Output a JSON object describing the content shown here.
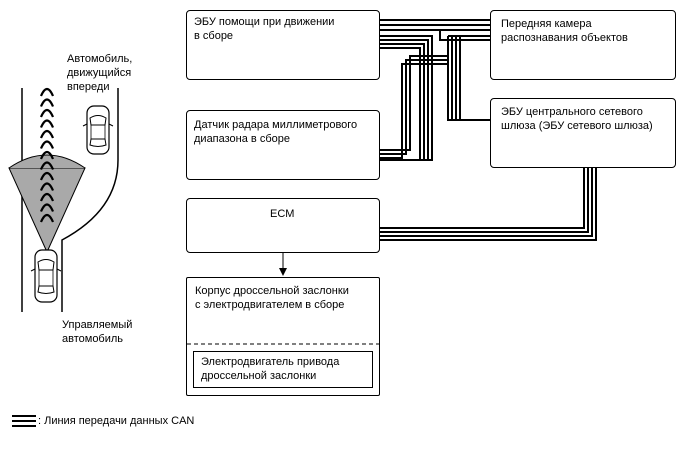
{
  "scene": {
    "vehicle_ahead_label": [
      "Автомобиль,",
      "движущийся",
      "впереди"
    ],
    "own_vehicle_label": [
      "Управляемый",
      "автомобиль"
    ]
  },
  "blocks": {
    "driving_assist_ecu": [
      "ЭБУ помощи при движении",
      "в сборе"
    ],
    "front_camera": [
      "Передняя камера",
      "распознавания объектов"
    ],
    "radar_sensor": [
      "Датчик радара миллиметрового",
      "диапазона в сборе"
    ],
    "gateway_ecu": [
      "ЭБУ центрального сетевого",
      "шлюза (ЭБУ сетевого шлюза)"
    ],
    "ecm": "ECM",
    "throttle_body": [
      "Корпус дроссельной заслонки",
      "с электродвигателем в сборе"
    ],
    "throttle_motor": [
      "Электродвигатель привода",
      "дроссельной заслонки"
    ]
  },
  "legend": {
    "can_line": ": Линия передачи данных CAN"
  },
  "colors": {
    "line": "#000000",
    "radar_fan": "#a9a9a9"
  }
}
